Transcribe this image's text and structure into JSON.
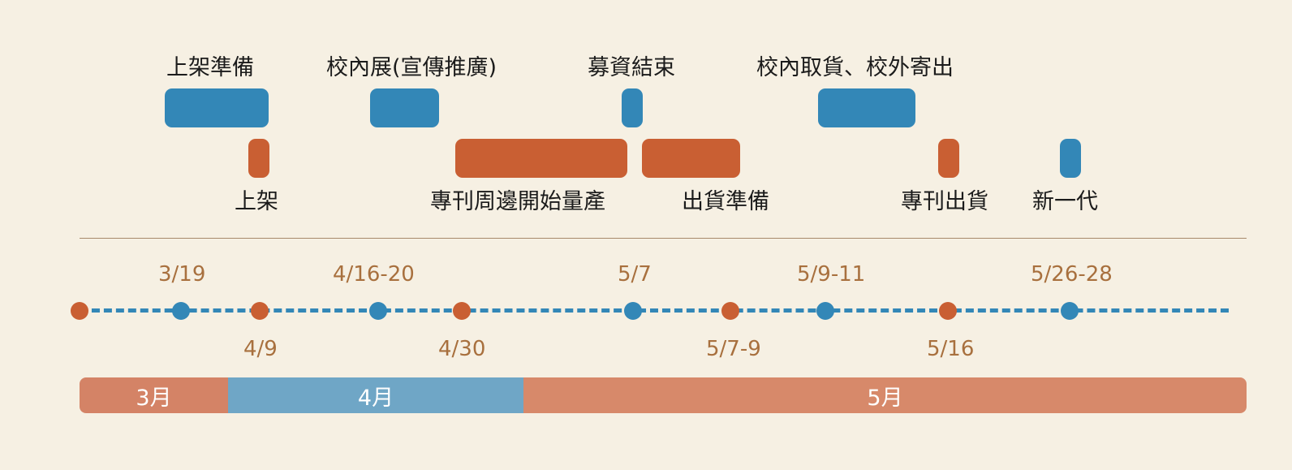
{
  "milestones": {
    "top_labels": [
      "上架準備",
      "校內展(宣傳推廣)",
      "募資結束",
      "校內取貨、校外寄出"
    ],
    "bottom_labels": [
      "上架",
      "專刊周邊開始量產",
      "出貨準備",
      "專刊出貨",
      "新一代"
    ]
  },
  "dates": {
    "top": [
      "3/19",
      "4/16-20",
      "5/7",
      "5/9-11",
      "5/26-28"
    ],
    "bottom": [
      "4/9",
      "4/30",
      "5/7-9",
      "5/16"
    ]
  },
  "months": [
    "3月",
    "4月",
    "5月"
  ],
  "colors": {
    "background": "#f6f0e3",
    "blue": "#3387b7",
    "orange": "#c95f33",
    "date_text": "#a8703e",
    "month_3": "#d48366",
    "month_4": "#6fa6c6",
    "month_5": "#d7896a"
  }
}
